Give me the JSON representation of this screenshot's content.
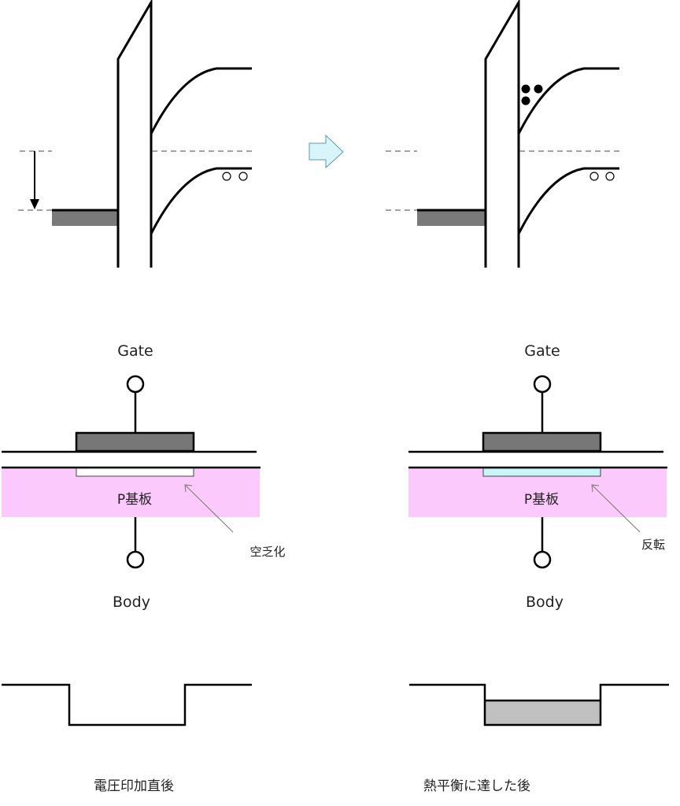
{
  "left": {
    "gate_label": "Gate",
    "body_label": "Body",
    "substrate_label": "P基板",
    "region_label": "空乏化",
    "caption": "電圧印加直後"
  },
  "right": {
    "gate_label": "Gate",
    "body_label": "Body",
    "substrate_label": "P基板",
    "region_label": "反転",
    "caption": "熱平衡に達した後"
  },
  "colors": {
    "substrate": "#fbc9fb",
    "inversion": "#c8f6f8",
    "gate_metal": "#777777",
    "arrow_fill": "#d8f6fa",
    "well_fill": "#c0c0c0"
  }
}
